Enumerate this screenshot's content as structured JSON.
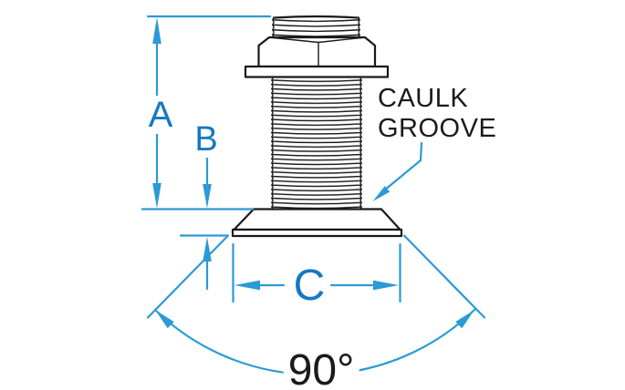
{
  "diagram": {
    "labels": {
      "dim_a": "A",
      "dim_b": "B",
      "dim_c": "C",
      "angle": "90°",
      "callout_line1": "CAULK",
      "callout_line2": "GROOVE"
    },
    "colors": {
      "dimension_line_blue": "#2b9ad6",
      "label_blue": "#1479c0",
      "drawing_black": "#1a1a1a",
      "background": "#ffffff"
    }
  }
}
